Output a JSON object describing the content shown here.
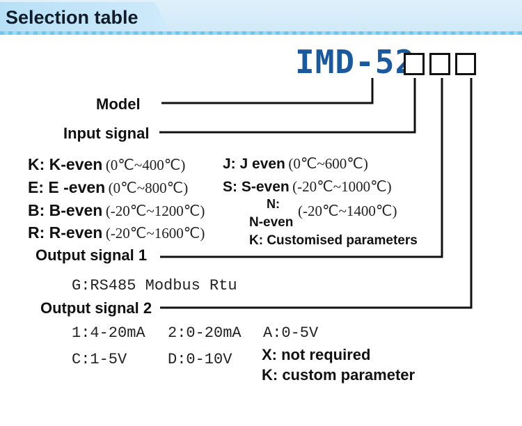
{
  "header": {
    "title": "Selection table"
  },
  "model": {
    "code": "IMD-52"
  },
  "labels": {
    "model": "Model",
    "input_signal": "Input signal",
    "output_signal_1": "Output signal 1",
    "output_signal_2": "Output signal 2"
  },
  "input_options": [
    {
      "code": "K: K-even",
      "range": "(0℃~400℃)"
    },
    {
      "code": "E: E -even",
      "range": "(0℃~800℃)"
    },
    {
      "code": "B: B-even",
      "range": "(-20℃~1200℃)"
    },
    {
      "code": "R: R-even",
      "range": "(-20℃~1600℃)"
    },
    {
      "code": "J: J even",
      "range": "(0℃~600℃)"
    },
    {
      "code": "S: S-even",
      "range": "(-20℃~1000℃)"
    },
    {
      "code": "N:",
      "range": "(-20℃~1400℃)"
    },
    {
      "code": "N-even",
      "range": ""
    }
  ],
  "input_custom": "K: Customised parameters",
  "output1_options": "G:RS485 Modbus Rtu",
  "output2_options": [
    "1:4-20mA",
    "2:0-20mA",
    "A:0-5V",
    "C:1-5V",
    "D:0-10V"
  ],
  "output2_notes": [
    "X: not required",
    "K: custom parameter"
  ],
  "colors": {
    "model_code": "#1a5a9c",
    "banner": "#cfe9f8",
    "banner_line": "#6fc7ee"
  }
}
